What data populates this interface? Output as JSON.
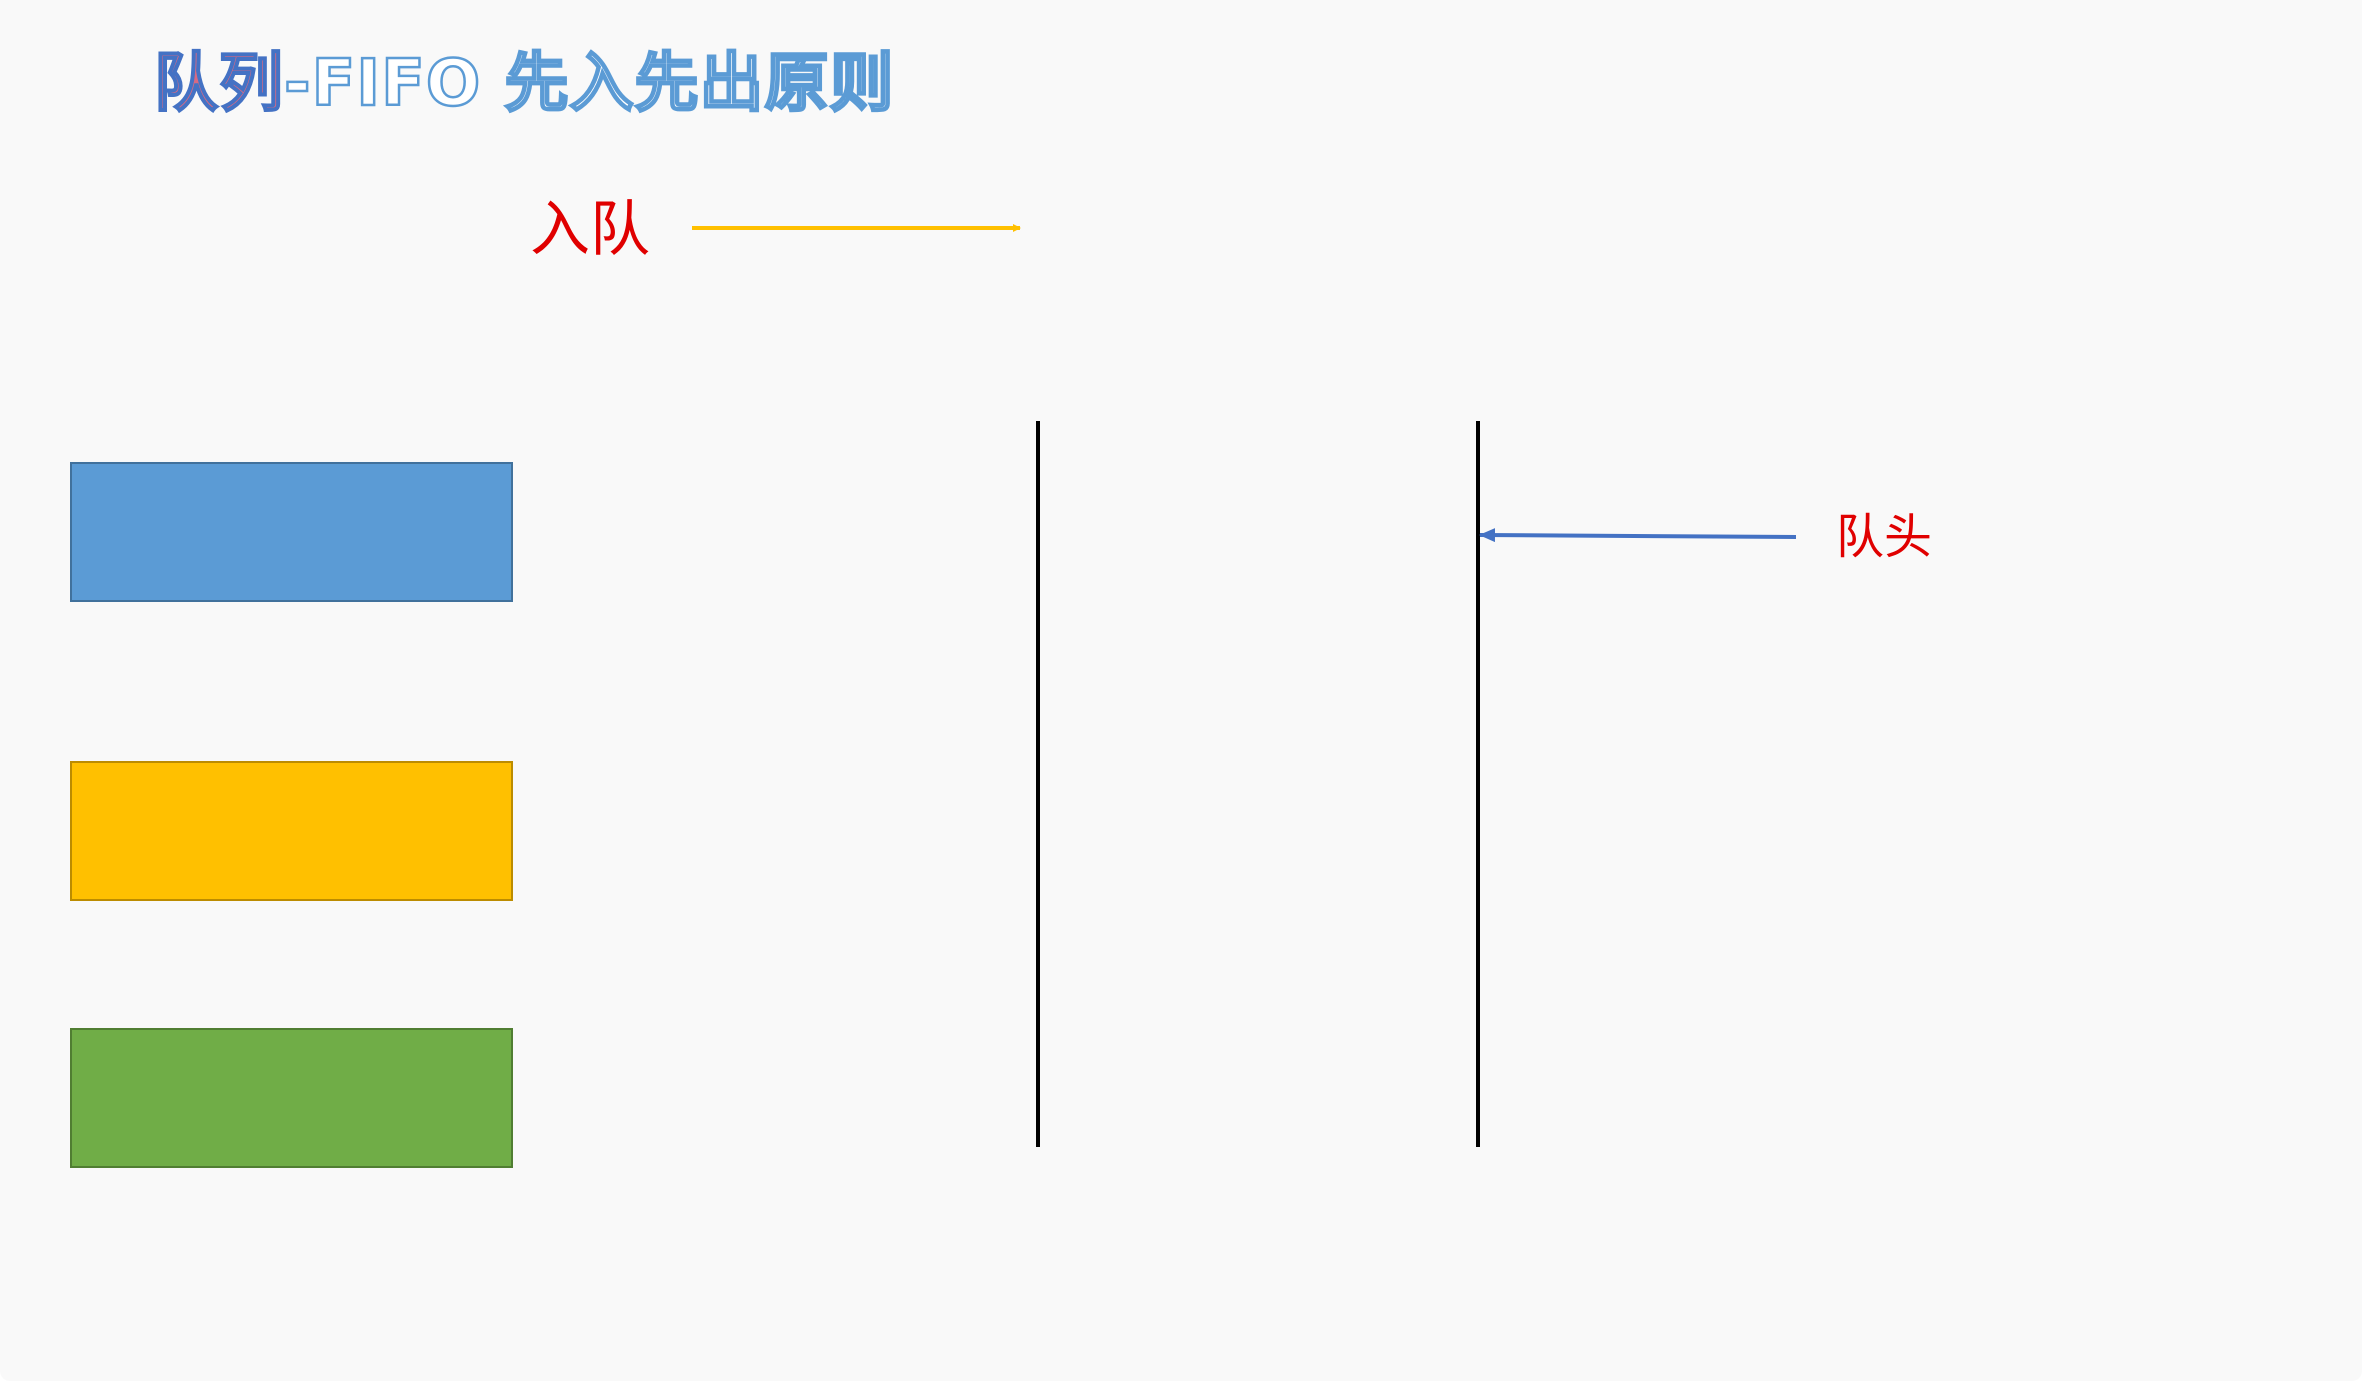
{
  "title": {
    "part1": "队列",
    "part2": "-FIFO 先入先出原则"
  },
  "labels": {
    "enqueue": "入队",
    "queue_head": "队头"
  },
  "colors": {
    "title_fill": "#d76a84",
    "title_outline": "#5b9bd5",
    "label_red": "#e00000",
    "enqueue_arrow": "#ffc000",
    "head_arrow": "#4472c4",
    "block_blue": "#5b9bd5",
    "block_yellow": "#ffc000",
    "block_green": "#70ad47"
  },
  "blocks": [
    {
      "name": "blue"
    },
    {
      "name": "yellow"
    },
    {
      "name": "green"
    }
  ]
}
